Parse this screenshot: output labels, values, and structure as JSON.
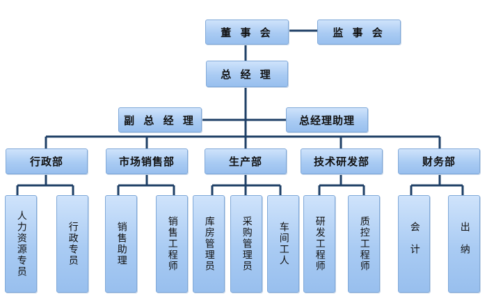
{
  "top": {
    "board": "董 事 会",
    "supervisors": "监 事 会"
  },
  "gm": "总 经 理",
  "deputy_gm": "副 总 经 理",
  "gm_assistant": "总经理助理",
  "departments": [
    {
      "name": "行政部",
      "roles": [
        "人力资源专员",
        "行政专员"
      ]
    },
    {
      "name": "市场销售部",
      "roles": [
        "销售助理",
        "销售工程师"
      ]
    },
    {
      "name": "生产部",
      "roles": [
        "库房管理员",
        "采购管理员",
        "车间工人"
      ]
    },
    {
      "name": "技术研发部",
      "roles": [
        "研发工程师",
        "质控工程师"
      ]
    },
    {
      "name": "财务部",
      "roles": [
        "会计",
        "出纳"
      ]
    }
  ]
}
